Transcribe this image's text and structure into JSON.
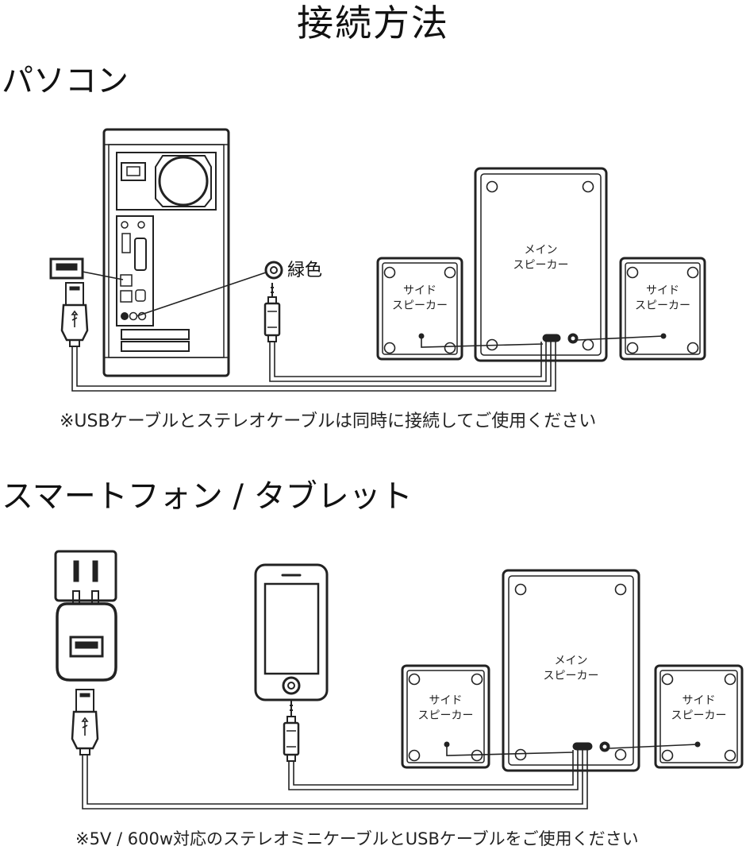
{
  "title": "接続方法",
  "section_pc": {
    "heading": "パソコン",
    "green_jack_label": "緑色",
    "main_speaker": [
      "メイン",
      "スピーカー"
    ],
    "side_speaker_left": [
      "サイド",
      "スピーカー"
    ],
    "side_speaker_right": [
      "サイド",
      "スピーカー"
    ],
    "note": "※USBケーブルとステレオケーブルは同時に接続してご使用ください"
  },
  "section_phone": {
    "heading": "スマートフォン / タブレット",
    "main_speaker": [
      "メイン",
      "スピーカー"
    ],
    "side_speaker_left": [
      "サイド",
      "スピーカー"
    ],
    "side_speaker_right": [
      "サイド",
      "スピーカー"
    ],
    "note": "※5V / 600w対応のステレオミニケーブルとUSBケーブルをご使用ください"
  }
}
